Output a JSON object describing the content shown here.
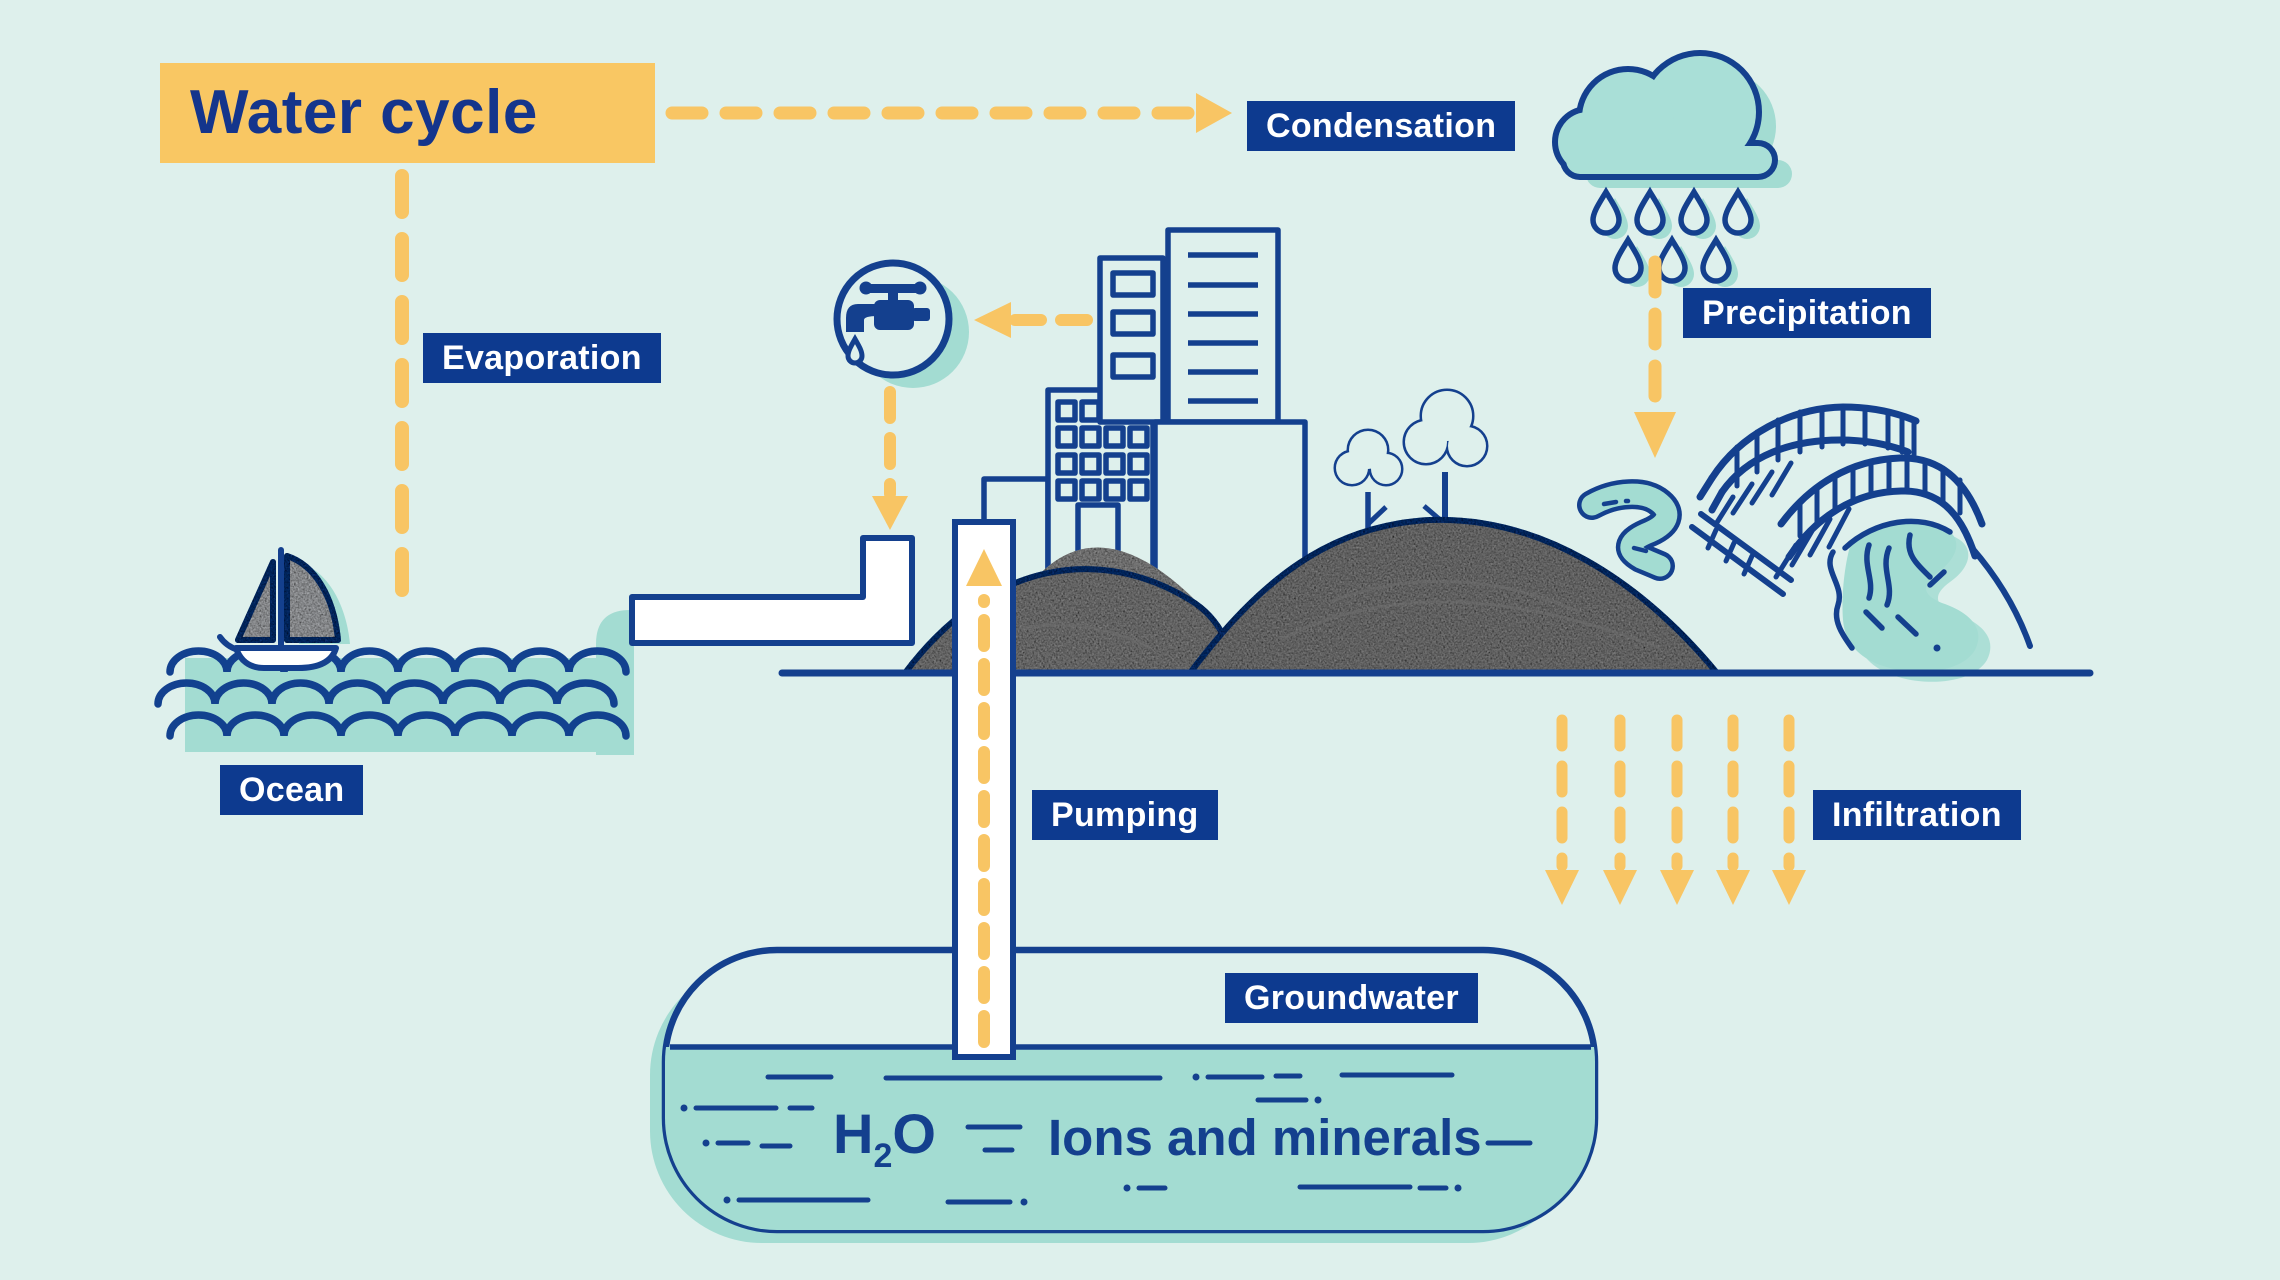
{
  "title": {
    "text": "Water cycle"
  },
  "stages": {
    "condensation": "Condensation",
    "evaporation": "Evaporation",
    "precipitation": "Precipitation",
    "ocean": "Ocean",
    "pumping": "Pumping",
    "infiltration": "Infiltration",
    "groundwater": "Groundwater"
  },
  "tank": {
    "h2o": {
      "base": "H",
      "subscript": "2",
      "tail": "O"
    },
    "contents": "Ions and minerals"
  },
  "icons": {
    "cloud": "rain-cloud-icon",
    "faucet": "faucet-icon",
    "boat": "sailboat-icon",
    "city": "city-buildings-icon",
    "trees": "trees-icon",
    "bridge": "bridge-icon",
    "river": "river-icon",
    "stream": "stream-icon",
    "hills": "hills-icon",
    "pipe": "pump-pipe-icon",
    "tank": "groundwater-tank-icon",
    "arrows": "dashed-flow-arrow"
  },
  "colors": {
    "background": "#DEF0EC",
    "ink": "#14408E",
    "label_bg": "#0D3A8F",
    "label_text": "#FFFFFF",
    "title_bg": "#F9C763",
    "title_text": "#14358C",
    "water_teal": "#A3DCD2",
    "arrow_yellow": "#F8C564",
    "hill_gray": "#9C9C9C"
  }
}
